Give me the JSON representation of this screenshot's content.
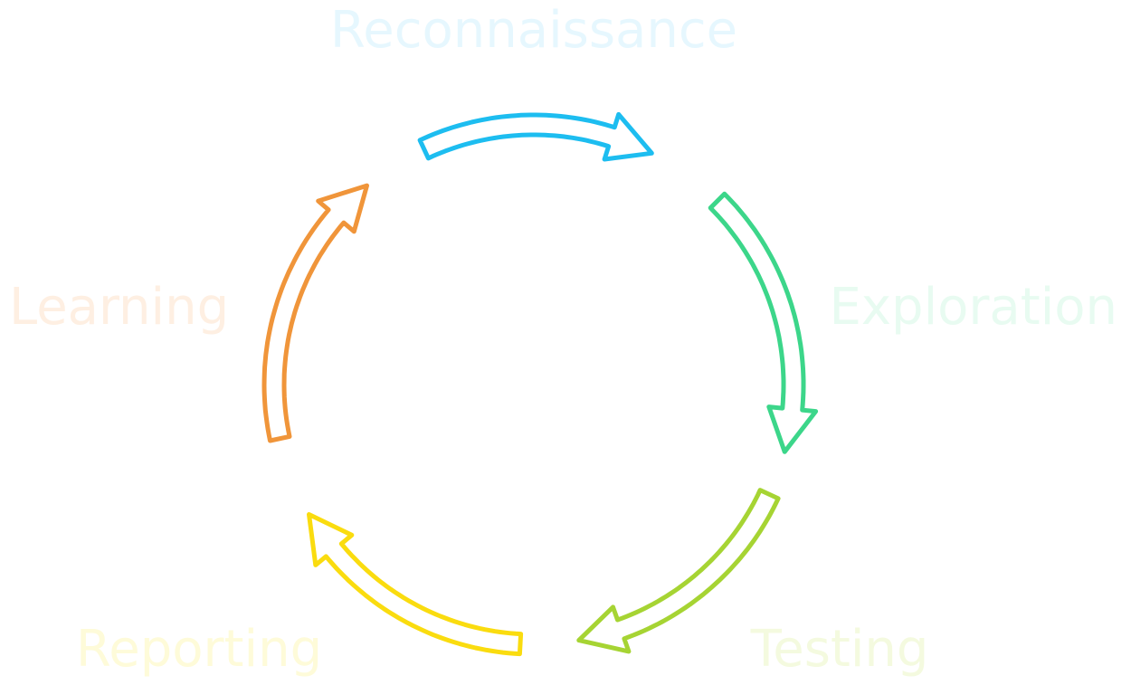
{
  "diagram": {
    "type": "cycle",
    "stages": [
      {
        "id": "reconnaissance",
        "label": "Reconnaissance",
        "arrow_color": "#1DBDF0",
        "label_color": "#E6F7FE"
      },
      {
        "id": "exploration",
        "label": "Exploration",
        "arrow_color": "#3CD68A",
        "label_color": "#E8FBF1"
      },
      {
        "id": "testing",
        "label": "Testing",
        "arrow_color": "#A6D433",
        "label_color": "#F4FADF"
      },
      {
        "id": "reporting",
        "label": "Reporting",
        "arrow_color": "#FADC0F",
        "label_color": "#FEFBD9"
      },
      {
        "id": "learning",
        "label": "Learning",
        "arrow_color": "#F0953A",
        "label_color": "#FEEFE2"
      }
    ]
  }
}
